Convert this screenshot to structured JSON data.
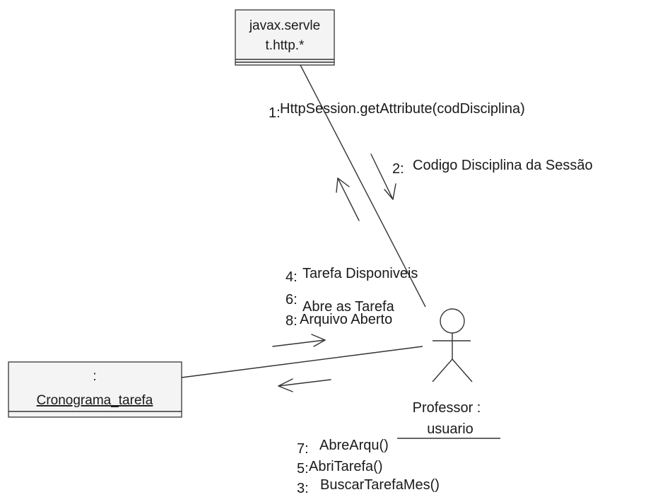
{
  "objects": {
    "servlet": {
      "line1": "javax.servle",
      "line2": "t.http.*"
    },
    "cronograma": {
      "prefix": ":",
      "name": "Cronograma_tarefa"
    },
    "actor": {
      "line1": "Professor :",
      "line2": "usuario"
    }
  },
  "messages": {
    "m1": {
      "num": "1:",
      "text": "HttpSession.getAttribute(codDisciplina)"
    },
    "m2": {
      "num": "2:",
      "text": "Codigo Disciplina da Sessão"
    },
    "m4": {
      "num": "4:",
      "text": "Tarefa Disponiveis"
    },
    "m6": {
      "num": "6:",
      "text": "Abre as Tarefa"
    },
    "m8": {
      "num": "8:",
      "text": "Arquivo Aberto"
    },
    "m7": {
      "num": "7:",
      "text": "AbreArqu()"
    },
    "m5": {
      "num": "5:",
      "text": "AbriTarefa()"
    },
    "m3": {
      "num": "3:",
      "text": "BuscarTarefaMes()"
    }
  }
}
